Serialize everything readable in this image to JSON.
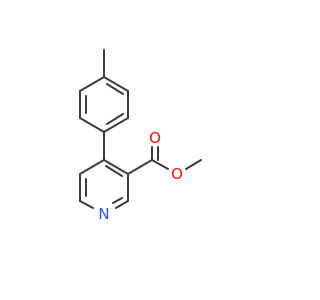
{
  "molecule": {
    "atoms": {
      "oxygen_carbonyl": "O",
      "oxygen_ester": "O",
      "nitrogen_ring": "N"
    },
    "colors": {
      "bond": "#3c3c3c",
      "oxygen": "#ff0d0d",
      "nitrogen": "#3050f8",
      "background": "#ffffff"
    }
  }
}
